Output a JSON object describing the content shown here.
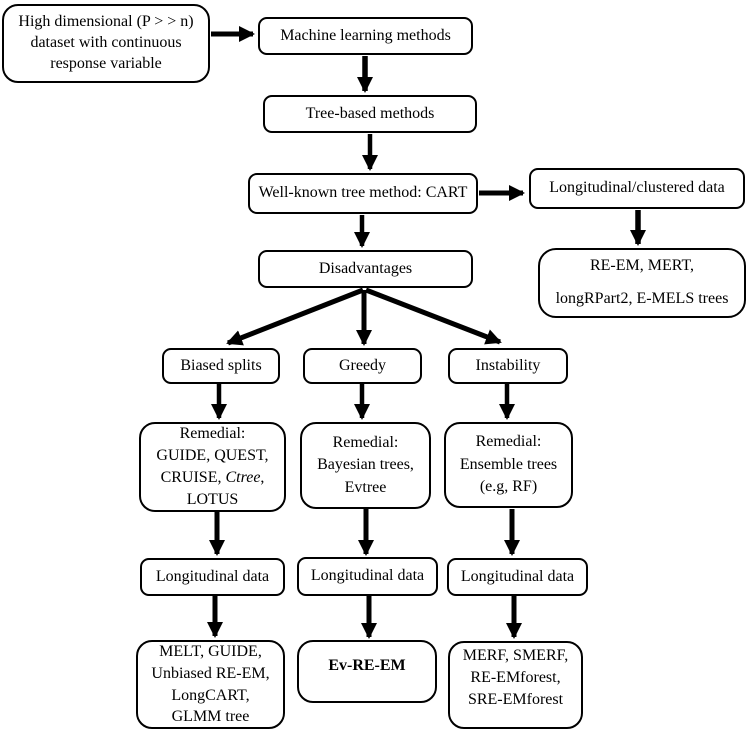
{
  "colors": {
    "ink": "#000000",
    "background": "#ffffff"
  },
  "diagram_type": "flowchart",
  "nodes": {
    "dataset": {
      "line1": "High dimensional (P > > n)",
      "line2": "dataset with continuous",
      "line3": "response variable"
    },
    "ml_methods": {
      "label": "Machine learning methods"
    },
    "tree_methods": {
      "label": "Tree-based methods"
    },
    "cart": {
      "label": "Well-known tree method: CART"
    },
    "long_clustered": {
      "label": "Longitudinal/clustered data"
    },
    "disadvantages": {
      "label": "Disadvantages"
    },
    "reem_mert": {
      "line1": "RE-EM, MERT,",
      "line2": "longRPart2, E-MELS trees"
    },
    "biased_splits": {
      "label": "Biased splits"
    },
    "greedy": {
      "label": "Greedy"
    },
    "instability": {
      "label": "Instability"
    },
    "remedial_biased": {
      "line1": "Remedial:",
      "line2": "GUIDE, QUEST,",
      "line3_pre": "CRUISE, ",
      "line3_italic": "Ctree",
      "line3_post": ",",
      "line4": "LOTUS"
    },
    "remedial_greedy": {
      "line1": "Remedial:",
      "line2": "Bayesian trees,",
      "line3": "Evtree"
    },
    "remedial_instability": {
      "line1": "Remedial:",
      "line2": "Ensemble trees",
      "line3": "(e.g, RF)"
    },
    "long_data_1": {
      "label": "Longitudinal data"
    },
    "long_data_2": {
      "label": "Longitudinal data"
    },
    "long_data_3": {
      "label": "Longitudinal data"
    },
    "melt_guide": {
      "line1": "MELT, GUIDE,",
      "line2": "Unbiased RE-EM,",
      "line3": "LongCART,",
      "line4": "GLMM tree"
    },
    "ev_re_em": {
      "label": "Ev-RE-EM"
    },
    "merf_smerf": {
      "line1": "MERF, SMERF,",
      "line2": "RE-EMforest,",
      "line3": "SRE-EMforest"
    }
  }
}
